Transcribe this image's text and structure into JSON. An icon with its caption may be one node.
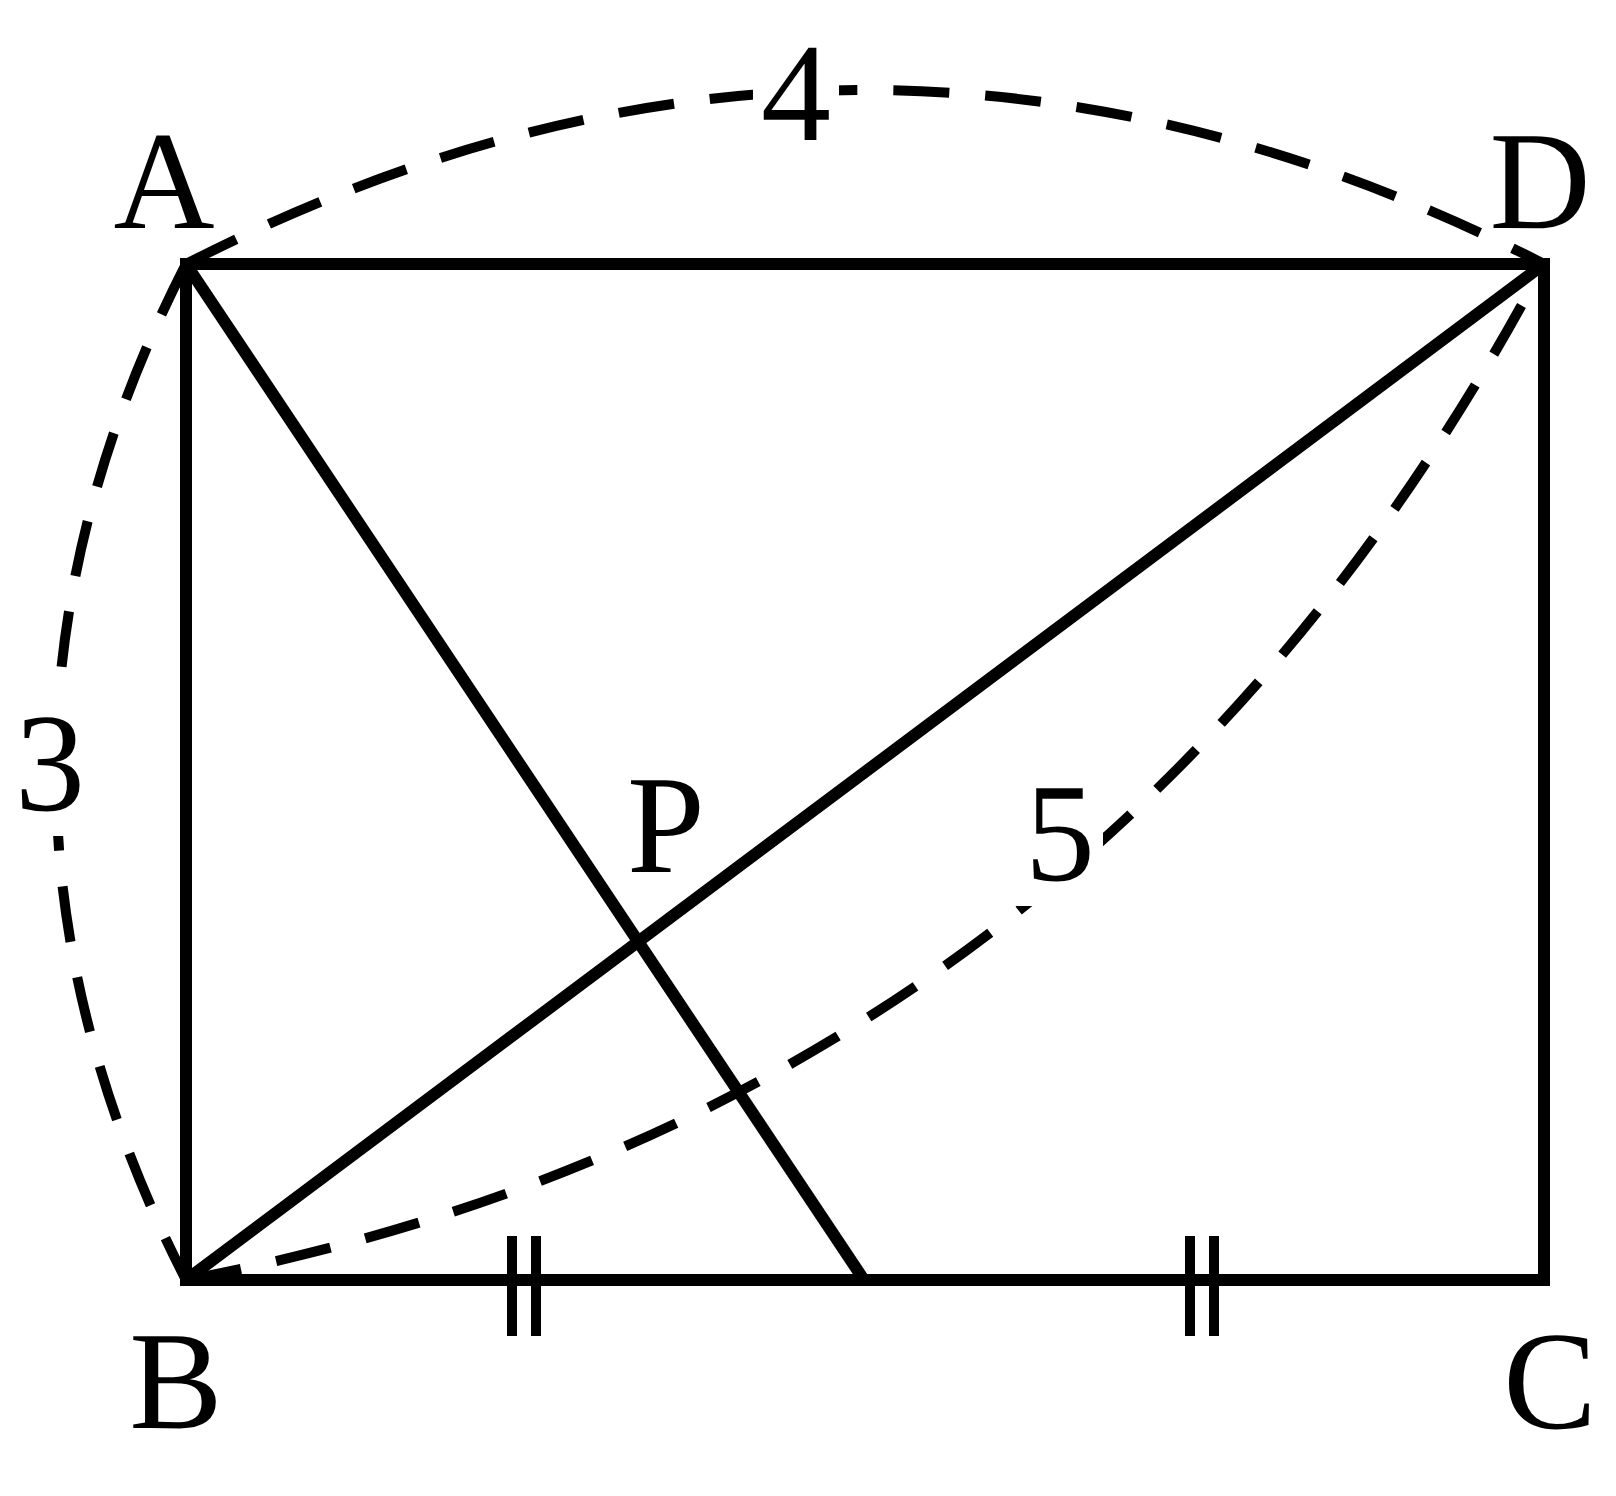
{
  "diagram": {
    "labels": [
      "4",
      "A",
      "D",
      "3",
      "P",
      "5",
      "B",
      "C"
    ]
  }
}
